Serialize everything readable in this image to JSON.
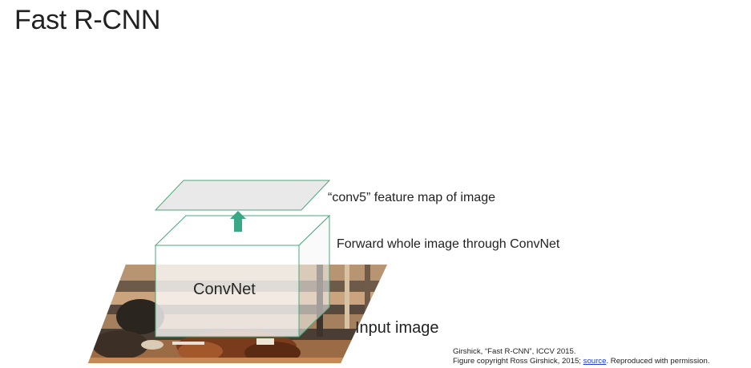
{
  "slide": {
    "title": "Fast R-CNN"
  },
  "diagram": {
    "feature_map_label": "“conv5” feature map of image",
    "forward_label": "Forward whole image through ConvNet",
    "convnet_label": "ConvNet",
    "input_label": "Input image",
    "colors": {
      "arrow": "#3aa887",
      "box_edge": "#4aa878",
      "feature_map_fill": "#e9e9e9"
    }
  },
  "citation": {
    "line1": "Girshick, “Fast R-CNN”, ICCV 2015.",
    "line2_prefix": "Figure copyright Ross Girshick, 2015; ",
    "link_text": "source",
    "line2_suffix": ". Reproduced with permission."
  }
}
